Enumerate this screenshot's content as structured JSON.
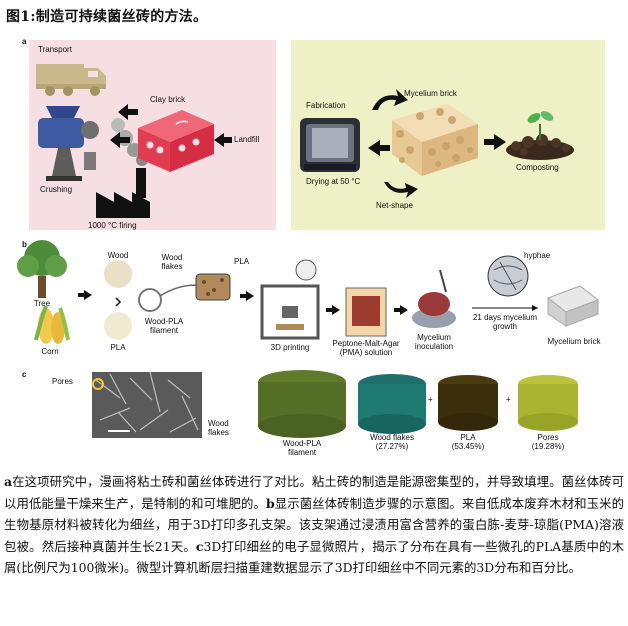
{
  "title": "图1:制造可持续菌丝砖的方法。",
  "panels": {
    "a": {
      "letter": "a",
      "transport": "Transport",
      "clay_brick": "Clay brick",
      "crushing": "Crushing",
      "landfill": "Landfill",
      "firing": "1000 °C firing",
      "fabrication": "Fabrication",
      "mycelium_brick": "Mycelium brick",
      "drying": "Drying at 50 °C",
      "composting": "Composting",
      "net_shape": "Net-shape"
    },
    "b": {
      "letter": "b",
      "tree": "Tree",
      "corn": "Corn",
      "wood": "Wood",
      "pla": "PLA",
      "wood_pla_filament": "Wood-PLA\nfilament",
      "wood_flakes": "Wood\nflakes",
      "pla_label": "PLA",
      "printing": "3D printing",
      "pma_solution": "Peptone-Malt-Agar\n(PMA) solution",
      "mycelium_inoculation": "Mycelium\ninoculation",
      "hyphae": "hyphae",
      "growth": "21 days mycelium\ngrowth",
      "mycelium_brick": "Mycelium brick"
    },
    "c": {
      "letter": "c",
      "pores": "Pores",
      "wood_flakes": "Wood\nflakes",
      "filament": "Wood-PLA\nfilament",
      "wood_flakes_pct": "Wood flakes\n(27.27%)",
      "pla_pct": "PLA\n(53.45%)",
      "pores_pct": "Pores\n(19.28%)",
      "plus": "+"
    }
  },
  "caption": {
    "a_tag": "a",
    "a_text": "在这项研究中，漫画将粘土砖和菌丝体砖进行了对比。粘土砖的制造是能源密集型的，并导致填埋。菌丝体砖可以用低能量干燥来生产，是特制的和可堆肥的。",
    "b_tag": "b",
    "b_text": "显示菌丝体砖制造步骤的示意图。来自低成本废弃木材和玉米的生物基原材料被转化为细丝，用于3D打印多孔支架。该支架通过浸渍用富含营养的蛋白胨-麦芽-琼脂(PMA)溶液包被。然后接种真菌并生长21天。",
    "c_tag": "c",
    "c_text": "3D打印细丝的电子显微照片，揭示了分布在具有一些微孔的PLA基质中的木屑(比例尺为100微米)。微型计算机断层扫描重建数据显示了3D打印细丝中不同元素的3D分布和百分比。"
  }
}
